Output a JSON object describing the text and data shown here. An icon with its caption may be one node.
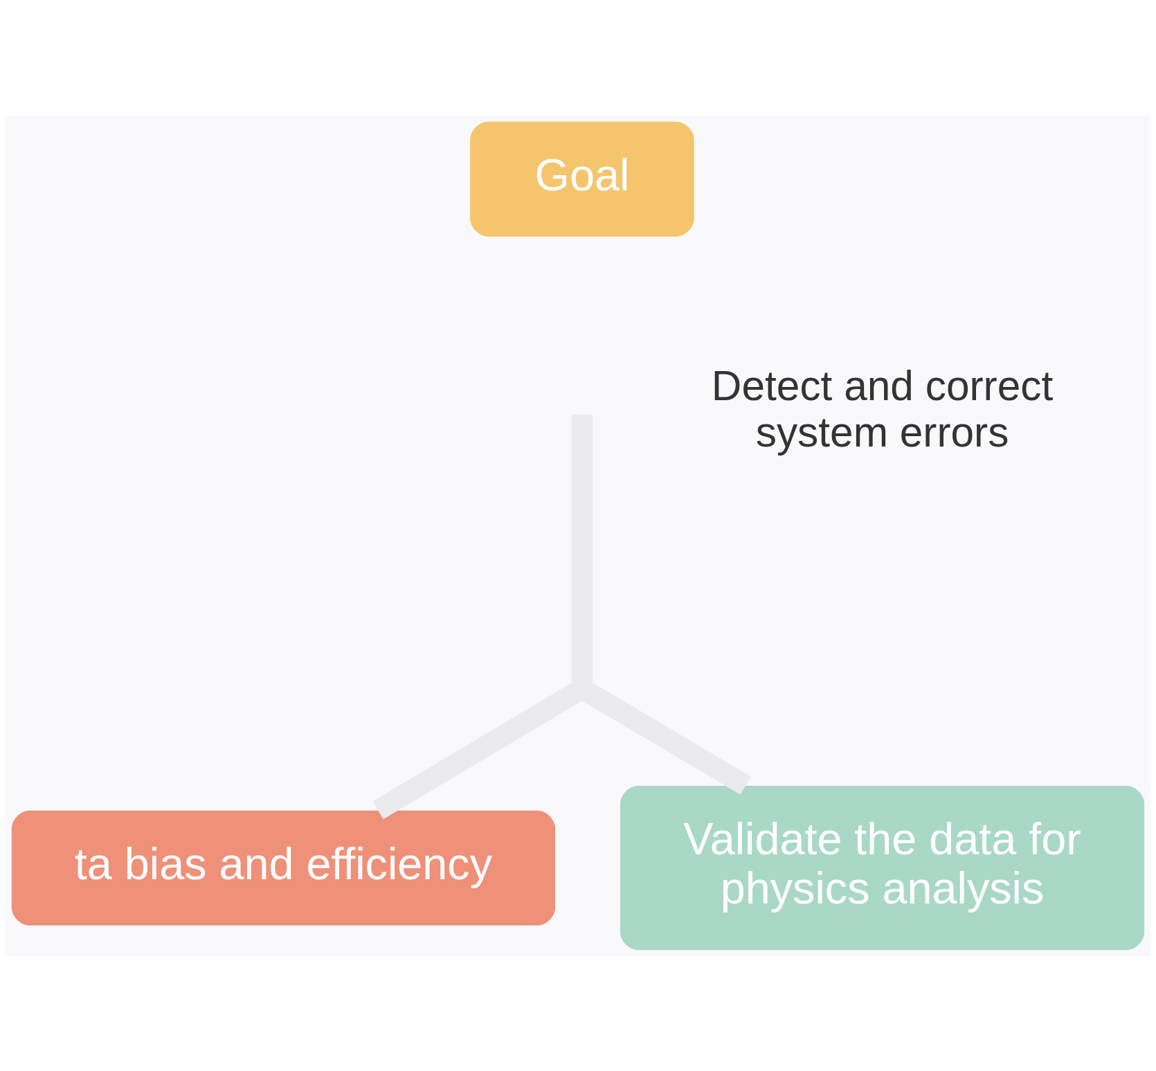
{
  "diagram": {
    "nodes": [
      {
        "text": [
          "Goal"
        ]
      },
      {
        "text": [
          "ta bias and efficiency"
        ]
      },
      {
        "text": [
          "Validate the data for physics analysis"
        ]
      },
      {
        "text": [],
        "shape": "point"
      }
    ],
    "edges": [
      {
        "from": null,
        "to": 3,
        "arrow": "none"
      },
      {
        "from": 3,
        "to": 1,
        "arrow": "none"
      },
      {
        "from": 3,
        "to": 2,
        "arrow": "none"
      }
    ],
    "labels": [
      "Detect and correct system errors"
    ]
  }
}
